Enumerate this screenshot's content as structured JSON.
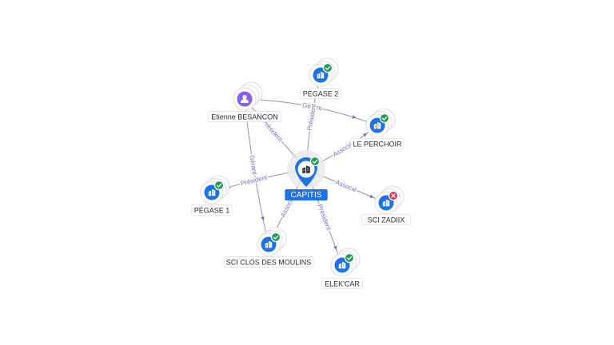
{
  "colors": {
    "company": "#1c72e8",
    "person": "#8b5cf6",
    "active": "#1f9d55",
    "inactive": "#d9304f",
    "edge": "#8f95a8",
    "edge_label": "#6b71c9"
  },
  "nodes": [
    {
      "id": "capitis",
      "label": "CAPITIS",
      "kind": "company",
      "status": "active",
      "center": true,
      "icon": "building-icon"
    },
    {
      "id": "etienne",
      "label": "Etienne BESANCON",
      "kind": "person",
      "status": "none",
      "icon": "person-icon"
    },
    {
      "id": "pegase2",
      "label": "PÉGASE 2",
      "kind": "company",
      "status": "active",
      "icon": "building-icon"
    },
    {
      "id": "leperchoir",
      "label": "LE PERCHOIR",
      "kind": "company",
      "status": "active",
      "icon": "building-icon"
    },
    {
      "id": "scizadiix",
      "label": "SCI ZADIIX",
      "kind": "company",
      "status": "inactive",
      "icon": "building-icon"
    },
    {
      "id": "elekcar",
      "label": "ELEK'CAR",
      "kind": "company",
      "status": "active",
      "icon": "building-icon"
    },
    {
      "id": "sciclos",
      "label": "SCI CLOS DES MOULINS",
      "kind": "company",
      "status": "active",
      "icon": "building-icon"
    },
    {
      "id": "pegase1",
      "label": "PÉGASE 1",
      "kind": "company",
      "status": "active",
      "icon": "building-icon"
    }
  ],
  "edges": [
    {
      "from": "etienne",
      "to": "capitis",
      "label": "Président"
    },
    {
      "from": "etienne",
      "to": "leperchoir",
      "label": "Gérant"
    },
    {
      "from": "etienne",
      "to": "sciclos",
      "label": "Gérant"
    },
    {
      "from": "capitis",
      "to": "pegase2",
      "label": "Président"
    },
    {
      "from": "capitis",
      "to": "leperchoir",
      "label": "Associé"
    },
    {
      "from": "capitis",
      "to": "scizadiix",
      "label": "Associé"
    },
    {
      "from": "capitis",
      "to": "elekcar",
      "label": "Président"
    },
    {
      "from": "capitis",
      "to": "sciclos",
      "label": "Associé"
    },
    {
      "from": "capitis",
      "to": "pegase1",
      "label": "Président"
    }
  ]
}
